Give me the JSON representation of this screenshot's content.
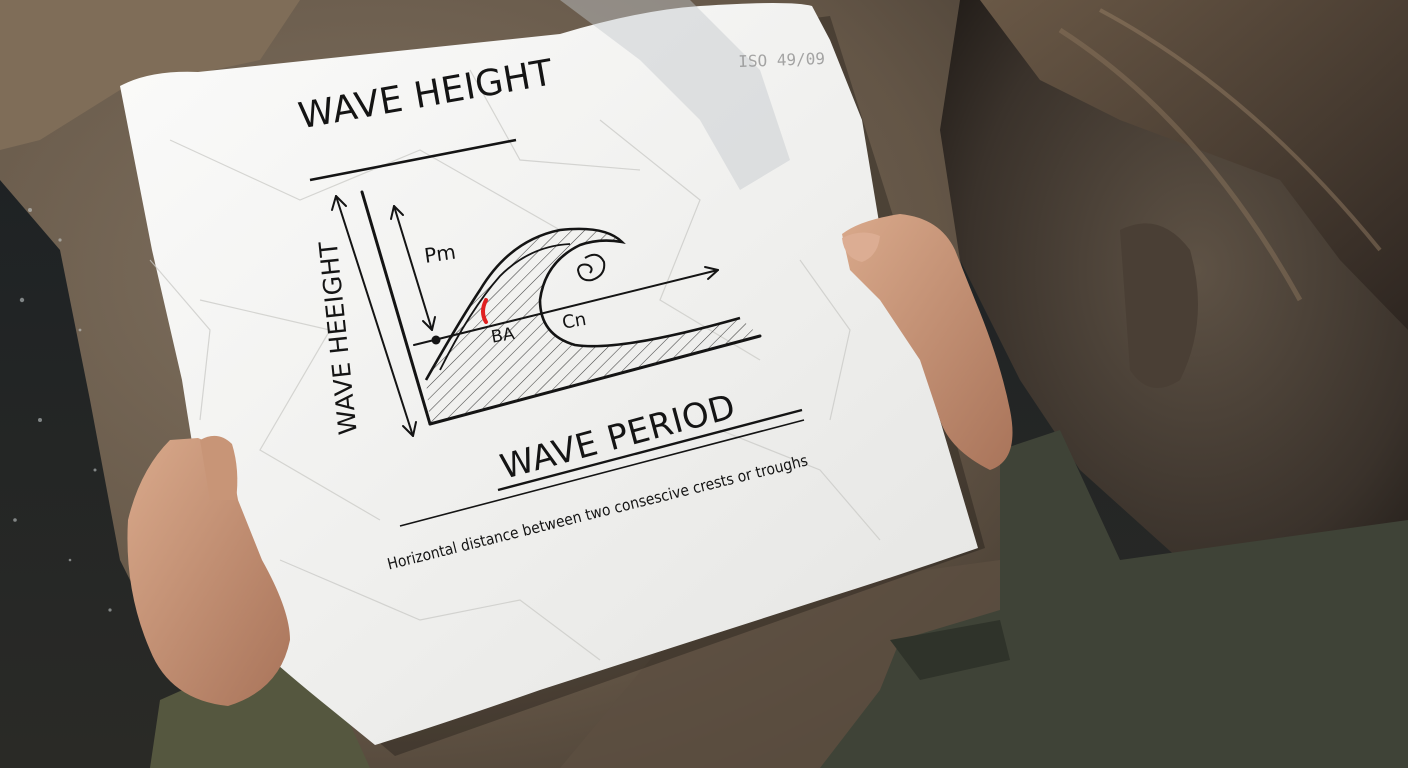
{
  "paper": {
    "heading": "WAVE HEIGHT",
    "stamp": "ISO 49/09",
    "diagram": {
      "y_axis_label": "WAVE HEEIGHT",
      "x_axis_label": "WAVE PERIOD",
      "labels": {
        "pm": "Pm",
        "ba": "BA",
        "cn": "Cn"
      },
      "caption": "Horizontal distance between two consescive crests or troughs"
    }
  },
  "colors": {
    "paper": "#f1f1ef",
    "ink": "#141414",
    "accent_red": "#e02020",
    "rock": "#6e5e4d",
    "water": "#1d2226",
    "jacket": "#3e4236"
  }
}
